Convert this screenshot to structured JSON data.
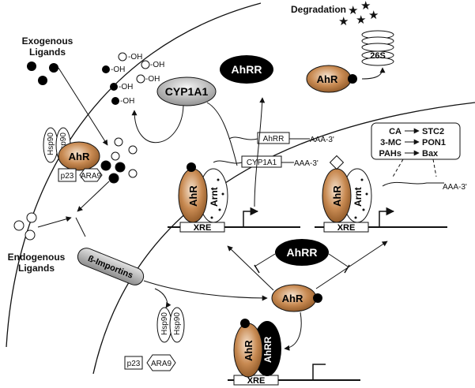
{
  "labels": {
    "exogenous_ligands": [
      "Exogenous",
      "Ligands"
    ],
    "endogenous_ligands": [
      "Endogenous",
      "Ligands"
    ],
    "degradation": "Degradation",
    "proteasome": "26S",
    "cyp1a1_enzyme": "CYP1A1",
    "ahrr_protein": "AhRR",
    "ahr": "AhR",
    "arnt": "Arnt",
    "ahrr_short": "AhRR",
    "hsp90": "Hsp90",
    "p23": "p23",
    "ara9": "ARA9",
    "importins": "ß-Importins",
    "xre": "XRE",
    "hydroxyl": "-OH",
    "mrna_ahrr": "AhRR",
    "mrna_cyp1a1": "CYP1A1",
    "mrna_tail": "AAA-3'"
  },
  "ligand_targets": [
    {
      "ligand": "CA",
      "gene": "STC2"
    },
    {
      "ligand": "3-MC",
      "gene": "PON1"
    },
    {
      "ligand": "PAHs",
      "gene": "Bax"
    }
  ],
  "colors": {
    "ahr_brown": "#a0642f",
    "ahr_light": "#f3dcc4",
    "black": "#000000",
    "grey_capsule": "#9a9a9a"
  }
}
